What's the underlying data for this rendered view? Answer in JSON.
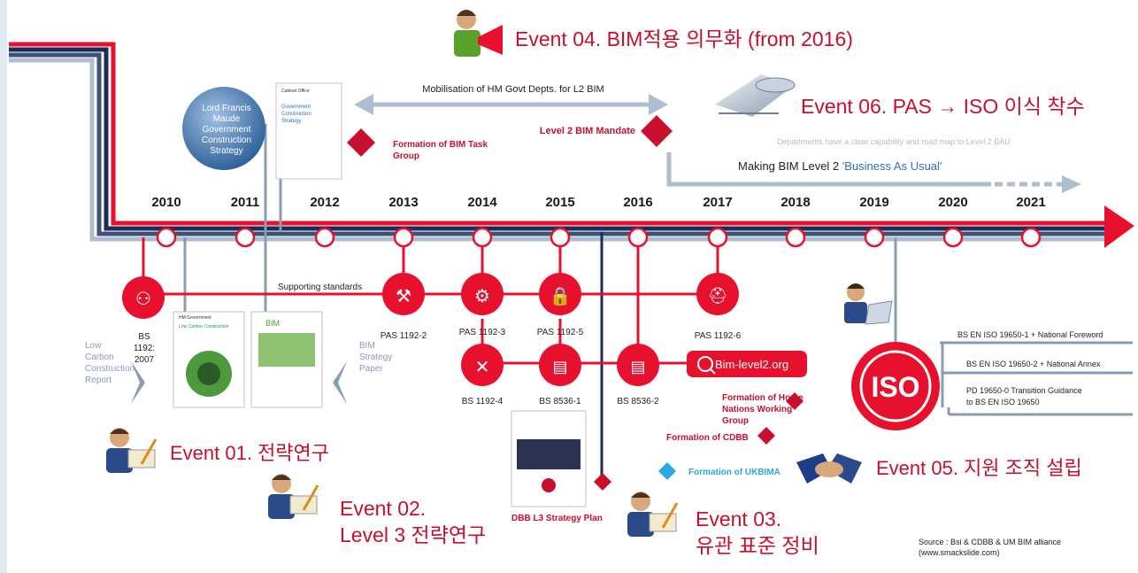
{
  "years": [
    "2010",
    "2011",
    "2012",
    "2013",
    "2014",
    "2015",
    "2016",
    "2017",
    "2018",
    "2019",
    "2020",
    "2021"
  ],
  "events": {
    "e01": "Event 01. 전략연구",
    "e02_line1": "Event 02.",
    "e02_line2": "Level 3 전략연구",
    "e03_line1": "Event 03.",
    "e03_line2": "유관 표준 정비",
    "e04": "Event 04. BIM적용 의무화 (from 2016)",
    "e05": "Event 05. 지원 조직 설립",
    "e06": "Event 06. PAS → ISO 이식 착수"
  },
  "top": {
    "mobilisation": "Mobilisation of HM Govt Depts. for L2 BIM",
    "l2_mandate": "Level 2 BIM Mandate",
    "task_group_line1": "Formation of BIM Task",
    "task_group_line2": "Group",
    "departments": "Departments have a clear capability and road map to Level 2 BAU",
    "making_bim_prefix": "Making BIM  Level 2 ",
    "making_bim_bau": "'Business As Usual'"
  },
  "documents": {
    "lord_francis": [
      "Lord Francis",
      "Maude",
      "Government",
      "Construction",
      "Strategy"
    ],
    "cabinet_office": "Cabinet Office",
    "gcs_title": [
      "Government",
      "Construction",
      "Strategy"
    ],
    "hm_government": "HM Government",
    "low_carbon_doc": "Low Carbon Construction",
    "bim_doc": "BIM",
    "low_carbon_label": [
      "Low",
      "Carbon",
      "Construction",
      "Report"
    ],
    "bim_strategy_label": [
      "BIM",
      "Strategy",
      "Paper"
    ],
    "dbb_l3": "DBB L3 Strategy Plan"
  },
  "standards": {
    "supporting": "Supporting standards",
    "bs1192": [
      "BS",
      "1192:",
      "2007"
    ],
    "pas11922": "PAS 1192-2",
    "pas11923": "PAS 1192-3",
    "pas11925": "PAS 1192-5",
    "pas11926": "PAS 1192-6",
    "bs11924": "BS 1192-4",
    "bs85361": "BS 8536-1",
    "bs85362": "BS 8536-2",
    "bim_level2_org": "Bim-level2.org"
  },
  "orgs": {
    "home_nations": [
      "Formation of Home",
      "Nations Working",
      "Group"
    ],
    "cdbb": "Formation of CDBB",
    "ukbima": "Formation of UKBIMA"
  },
  "iso": {
    "badge": "ISO",
    "item1": "BS EN ISO 19650-1 + National Foreword",
    "item2": "BS EN ISO 19650-2 + National Annex",
    "item3_line1": "PD 19650-0  Transition Guidance",
    "item3_line2": "to BS EN ISO 19650"
  },
  "source": {
    "line1": "Source : Bsi & CDBB & UM BIM alliance",
    "line2": "(www.smackslide.com)"
  },
  "colors": {
    "red": "#e8112d",
    "dark_red": "#c8102e",
    "navy": "#1d2a5a",
    "steel": "#8a9bb5",
    "light_steel": "#aebdd0",
    "blue_text": "#2f6fb8",
    "ukbima": "#29a9e0"
  }
}
